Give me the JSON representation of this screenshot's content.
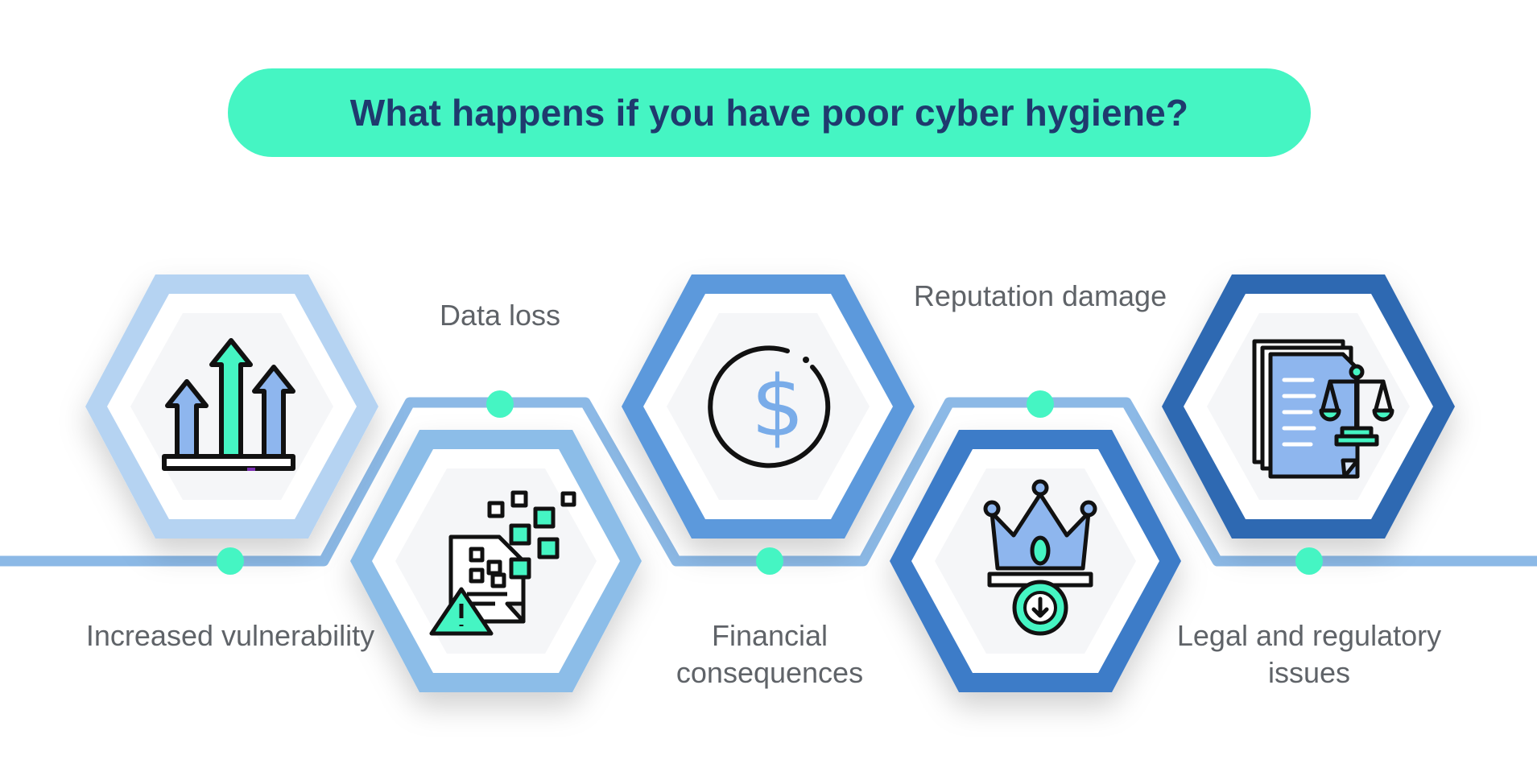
{
  "title": "What happens if you have poor cyber hygiene?",
  "colors": {
    "title_bg": "#45f5c3",
    "title_text": "#1f3a6e",
    "accent_green": "#45f5c3",
    "blue_light": "#aacdee",
    "blue_mid": "#4e90d6",
    "blue_dark": "#2e69b3",
    "label_text": "#5f6368"
  },
  "items": [
    {
      "label": "Increased vulnerability",
      "icon": "rising-arrows-icon"
    },
    {
      "label": "Data loss",
      "icon": "corrupted-document-icon"
    },
    {
      "label": "Financial consequences",
      "icon": "dollar-coin-icon"
    },
    {
      "label": "Reputation damage",
      "icon": "falling-crown-icon"
    },
    {
      "label": "Legal and regulatory issues",
      "icon": "legal-document-scales-icon"
    }
  ]
}
